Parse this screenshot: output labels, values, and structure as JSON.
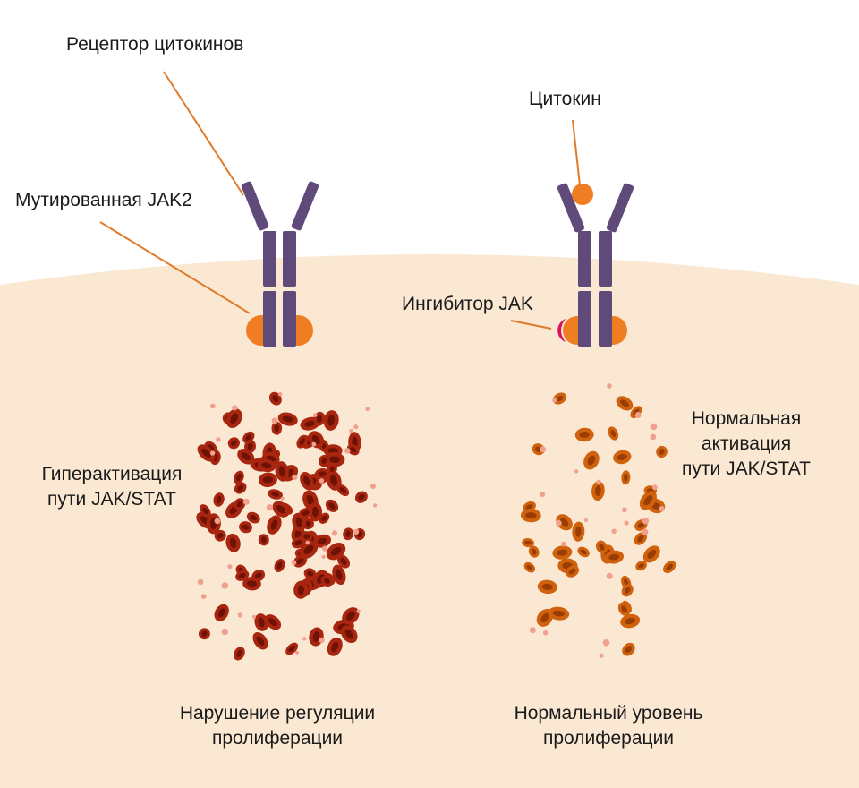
{
  "labels": {
    "cytokine_receptor": "Рецептор цитокинов",
    "mutated_jak2": "Мутированная JAK2",
    "cytokine": "Цитокин",
    "jak_inhibitor": "Ингибитор JAK",
    "hyperactivation_line1": "Гиперактивация",
    "hyperactivation_line2": "пути JAK/STAT",
    "normal_activation_line1": "Нормальная",
    "normal_activation_line2": "активация",
    "normal_activation_line3": "пути JAK/STAT",
    "dysregulation_line1": "Нарушение регуляции",
    "dysregulation_line2": "пролиферации",
    "normal_prolif_line1": "Нормальный уровень",
    "normal_prolif_line2": "пролиферации"
  },
  "colors": {
    "background": "#ffffff",
    "cell_region": "#fbe8d3",
    "receptor": "#5f4a7a",
    "jak": "#ef7d22",
    "leader_line": "#e07a2a",
    "inhibitor": "#d6135c",
    "rbc_dense_fill": "#a8260f",
    "rbc_dense_core": "#6e1205",
    "rbc_normal_fill": "#d0620e",
    "rbc_normal_core": "#9a3d05",
    "platelet": "#f0a08c"
  }
}
